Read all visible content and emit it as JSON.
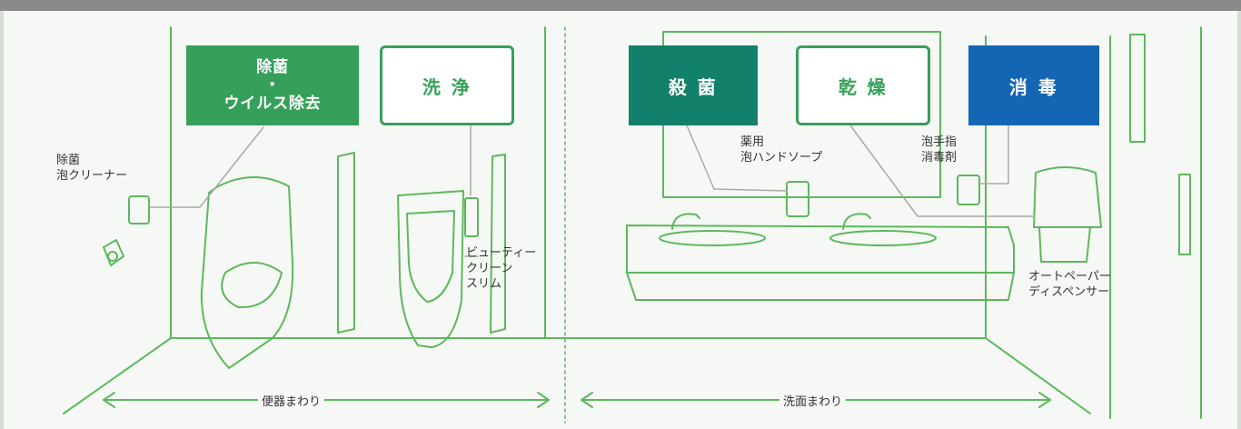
{
  "labels": {
    "sterilize_virus": "除菌\n・\nウイルス除去",
    "wash": "洗 浄",
    "disinfect": "殺 菌",
    "dry": "乾 燥",
    "sanitize": "消 毒"
  },
  "callouts": {
    "foam_cleaner": "除菌\n泡クリーナー",
    "beauty_clean": "ビューティー\nクリーン\nスリム",
    "hand_soap": "薬用\n泡ハンドソープ",
    "hand_sanitizer": "泡手指\n消毒剤",
    "paper_dispenser": "オートペーパー\nディスペンサー"
  },
  "areas": {
    "toilet": "便器まわり",
    "washbasin": "洗面まわり"
  },
  "colors": {
    "green_filled": "#36a05a",
    "teal_filled": "#12806a",
    "blue_filled": "#1565b5",
    "line_green": "#5cb85c"
  }
}
